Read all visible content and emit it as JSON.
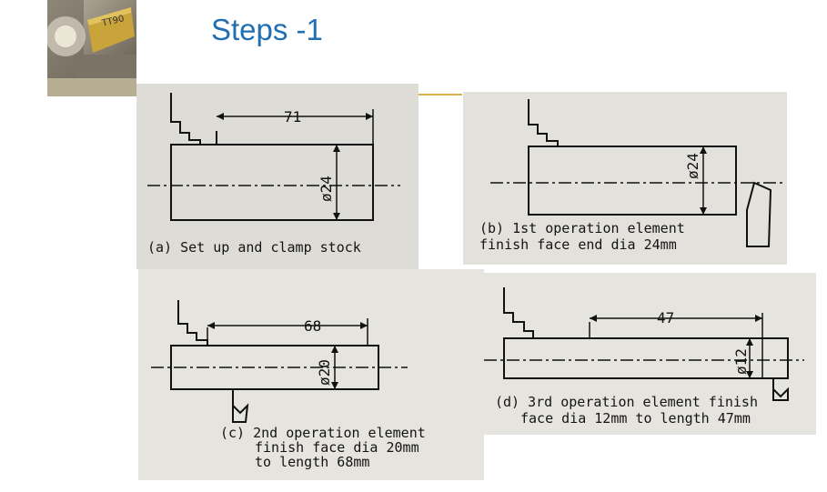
{
  "slide": {
    "title": "Steps -1",
    "accent_color": "#1f6fb2",
    "rule_color": "#d8b24a"
  },
  "photo": {
    "tag_text": "TT90"
  },
  "panels": [
    {
      "id": "a",
      "dimension_length": "71",
      "dimension_diameter": "ø24",
      "caption": "(a) Set up and clamp stock"
    },
    {
      "id": "b",
      "dimension_diameter": "ø24",
      "caption_line1": "(b) 1st operation element",
      "caption_line2": "finish face end dia 24mm"
    },
    {
      "id": "c",
      "dimension_length": "68",
      "dimension_diameter": "ø20",
      "caption_line1": "(c) 2nd operation element",
      "caption_line2": "finish face dia 20mm",
      "caption_line3": "to length 68mm"
    },
    {
      "id": "d",
      "dimension_length": "47",
      "dimension_diameter": "ø12",
      "caption_line1": "(d) 3rd operation element finish",
      "caption_line2": "face dia 12mm to length 47mm"
    }
  ]
}
